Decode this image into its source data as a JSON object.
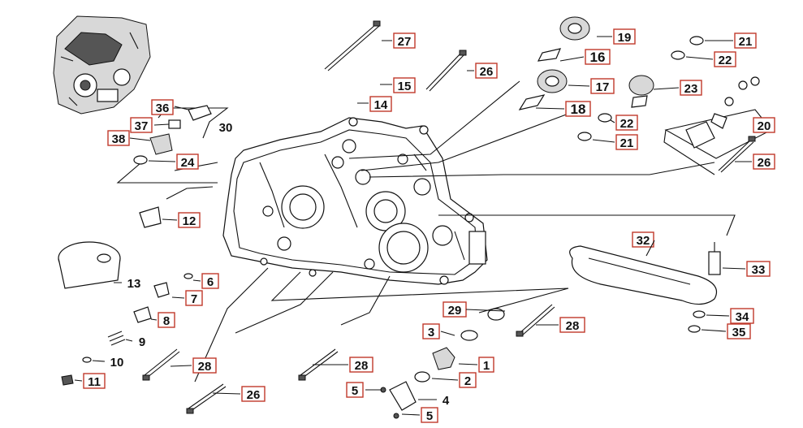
{
  "diagram": {
    "labels": [
      {
        "key": "p27a",
        "text": "27"
      },
      {
        "key": "p26a",
        "text": "26"
      },
      {
        "key": "p15",
        "text": "15"
      },
      {
        "key": "p14",
        "text": "14"
      },
      {
        "key": "p19",
        "text": "19"
      },
      {
        "key": "p16",
        "text": "16"
      },
      {
        "key": "p17",
        "text": "17"
      },
      {
        "key": "p18",
        "text": "18"
      },
      {
        "key": "p21a",
        "text": "21"
      },
      {
        "key": "p22a",
        "text": "22"
      },
      {
        "key": "p23",
        "text": "23"
      },
      {
        "key": "p22b",
        "text": "22"
      },
      {
        "key": "p21b",
        "text": "21"
      },
      {
        "key": "p20",
        "text": "20"
      },
      {
        "key": "p26b",
        "text": "26"
      },
      {
        "key": "p36",
        "text": "36"
      },
      {
        "key": "p37",
        "text": "37"
      },
      {
        "key": "p38",
        "text": "38"
      },
      {
        "key": "p30",
        "text": "30"
      },
      {
        "key": "p24",
        "text": "24"
      },
      {
        "key": "p12",
        "text": "12"
      },
      {
        "key": "p13",
        "text": "13"
      },
      {
        "key": "p6",
        "text": "6"
      },
      {
        "key": "p7",
        "text": "7"
      },
      {
        "key": "p8",
        "text": "8"
      },
      {
        "key": "p9",
        "text": "9"
      },
      {
        "key": "p10",
        "text": "10"
      },
      {
        "key": "p11",
        "text": "11"
      },
      {
        "key": "p28a",
        "text": "28"
      },
      {
        "key": "p26c",
        "text": "26"
      },
      {
        "key": "p28b",
        "text": "28"
      },
      {
        "key": "p29",
        "text": "29"
      },
      {
        "key": "p3",
        "text": "3"
      },
      {
        "key": "p28c",
        "text": "28"
      },
      {
        "key": "p1",
        "text": "1"
      },
      {
        "key": "p2",
        "text": "2"
      },
      {
        "key": "p5a",
        "text": "5"
      },
      {
        "key": "p4",
        "text": "4"
      },
      {
        "key": "p5b",
        "text": "5"
      },
      {
        "key": "p32",
        "text": "32"
      },
      {
        "key": "p33",
        "text": "33"
      },
      {
        "key": "p34",
        "text": "34"
      },
      {
        "key": "p35",
        "text": "35"
      }
    ]
  }
}
